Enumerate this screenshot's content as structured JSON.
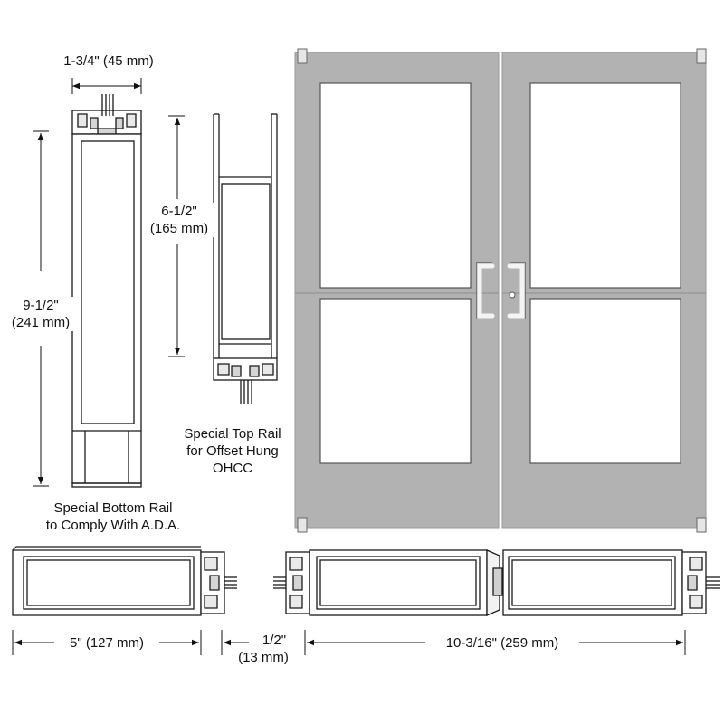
{
  "labels": {
    "stile_width": "1-3/4\" (45 mm)",
    "bottom_rail_height_in": "9-1/2\"",
    "bottom_rail_height_mm": "(241 mm)",
    "top_rail_height_in": "6-1/2\"",
    "top_rail_height_mm": "(165 mm)",
    "bottom_rail_caption_1": "Special Bottom Rail",
    "bottom_rail_caption_2": "to Comply With A.D.A.",
    "top_rail_caption_1": "Special Top Rail",
    "top_rail_caption_2": "for Offset Hung",
    "top_rail_caption_3": "OHCC",
    "section_width_single": "5\" (127 mm)",
    "gap_in": "1/2\"",
    "gap_mm": "(13 mm)",
    "section_width_pair": "10-3/16\" (259 mm)"
  },
  "colors": {
    "door_finish": "#b2b2b2",
    "door_edge": "#9a9a9a",
    "glass": "#ffffff",
    "line": "#1a1a1a"
  }
}
